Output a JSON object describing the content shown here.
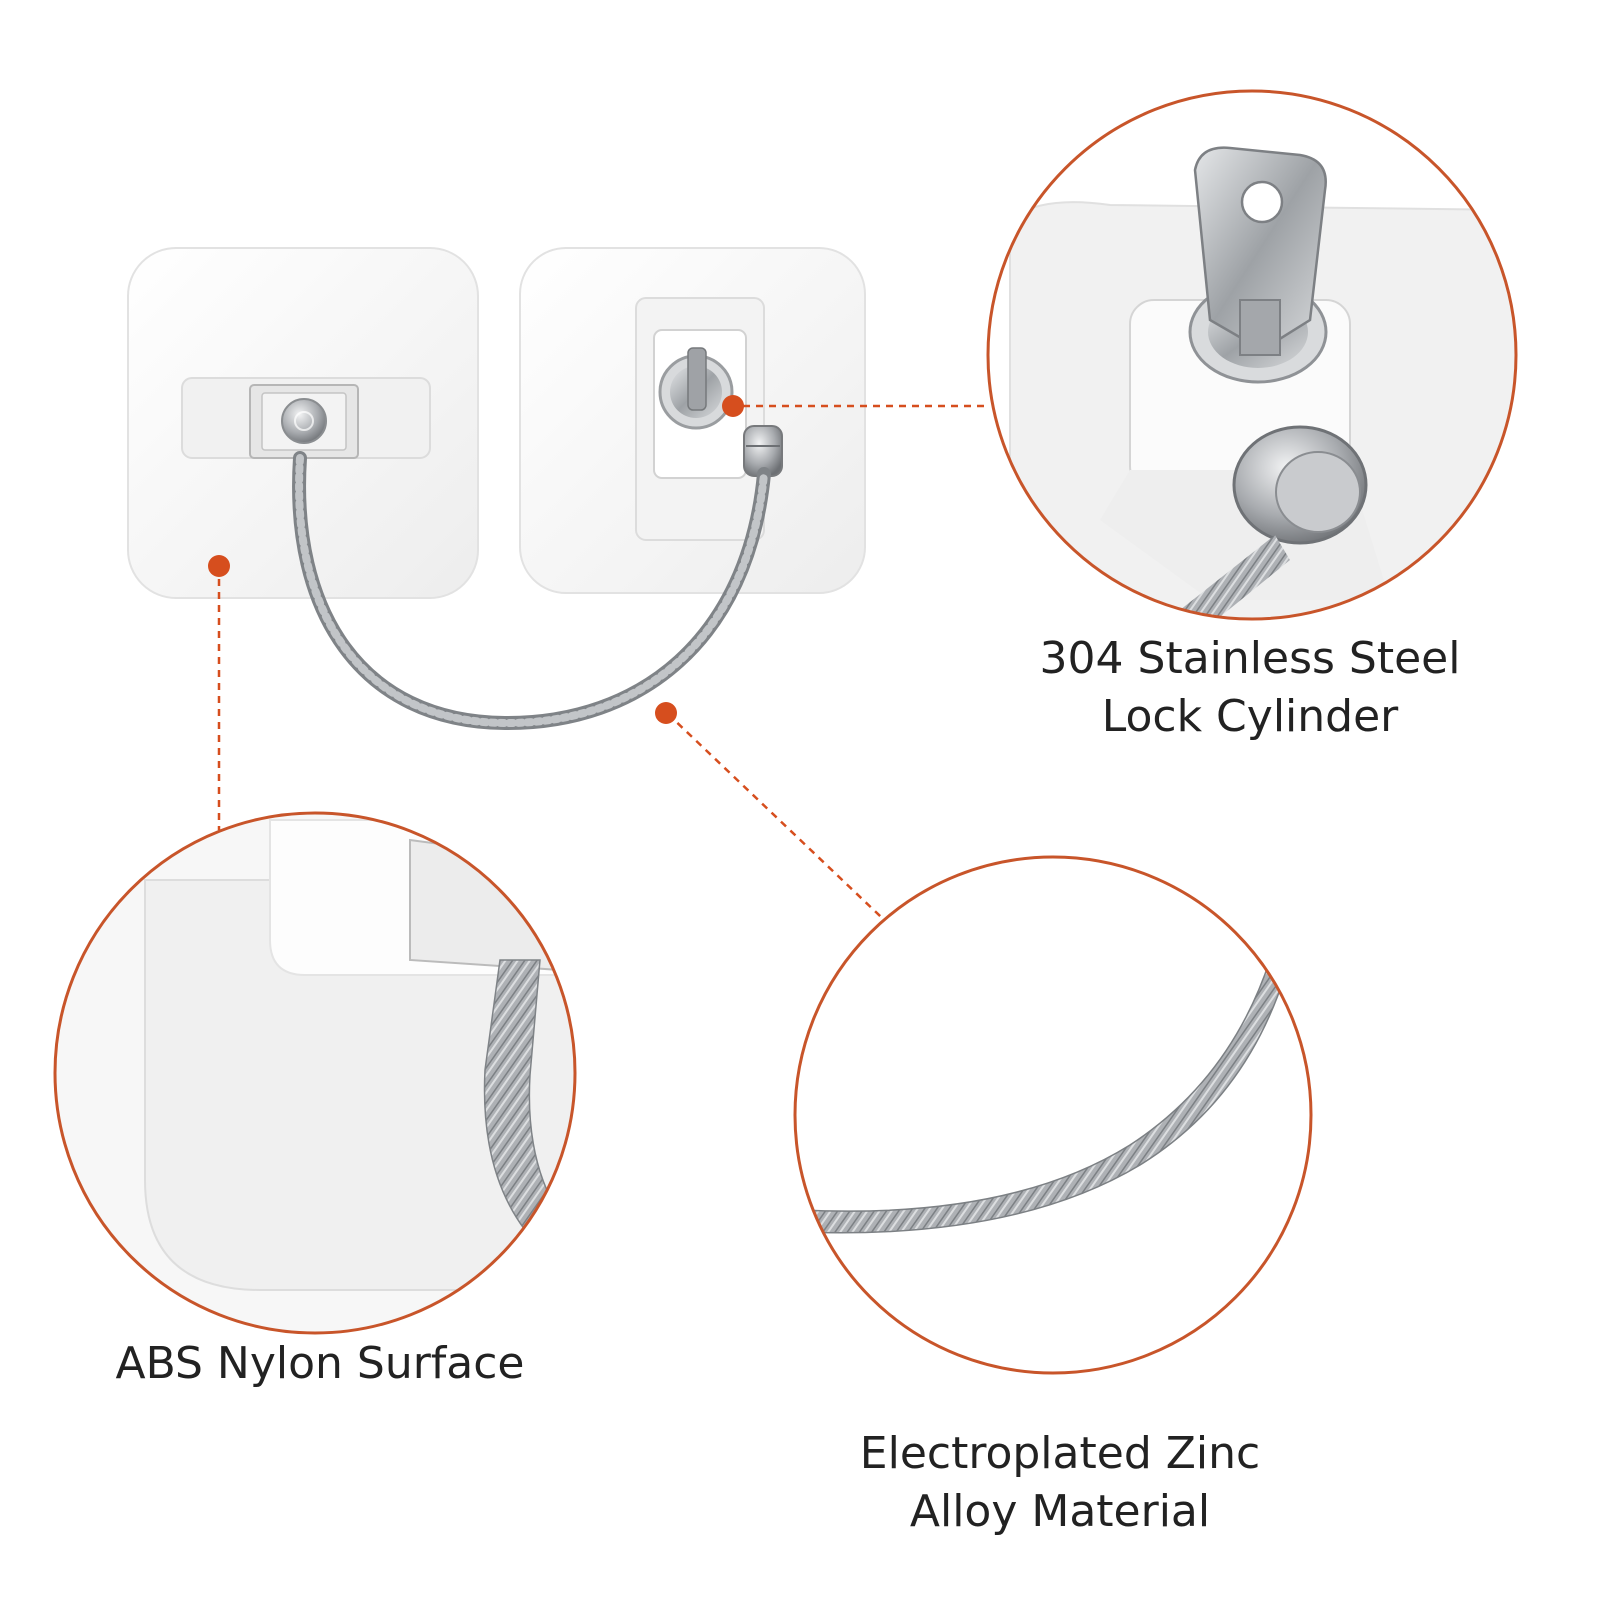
{
  "callouts": {
    "lock_cylinder": {
      "line1": "304 Stainless Steel",
      "line2": "Lock Cylinder"
    },
    "surface": {
      "line1": "ABS Nylon Surface"
    },
    "cable": {
      "line1": "Electroplated Zinc",
      "line2": "Alloy Material"
    }
  },
  "colors": {
    "accent": "#d64e1e",
    "callout_ring": "#c8552a",
    "plate_white": "#f7f7f7",
    "steel": "#a9acb0",
    "text": "#222222"
  },
  "icons": [
    "lock-cylinder-icon",
    "key-icon",
    "steel-cable-icon"
  ]
}
